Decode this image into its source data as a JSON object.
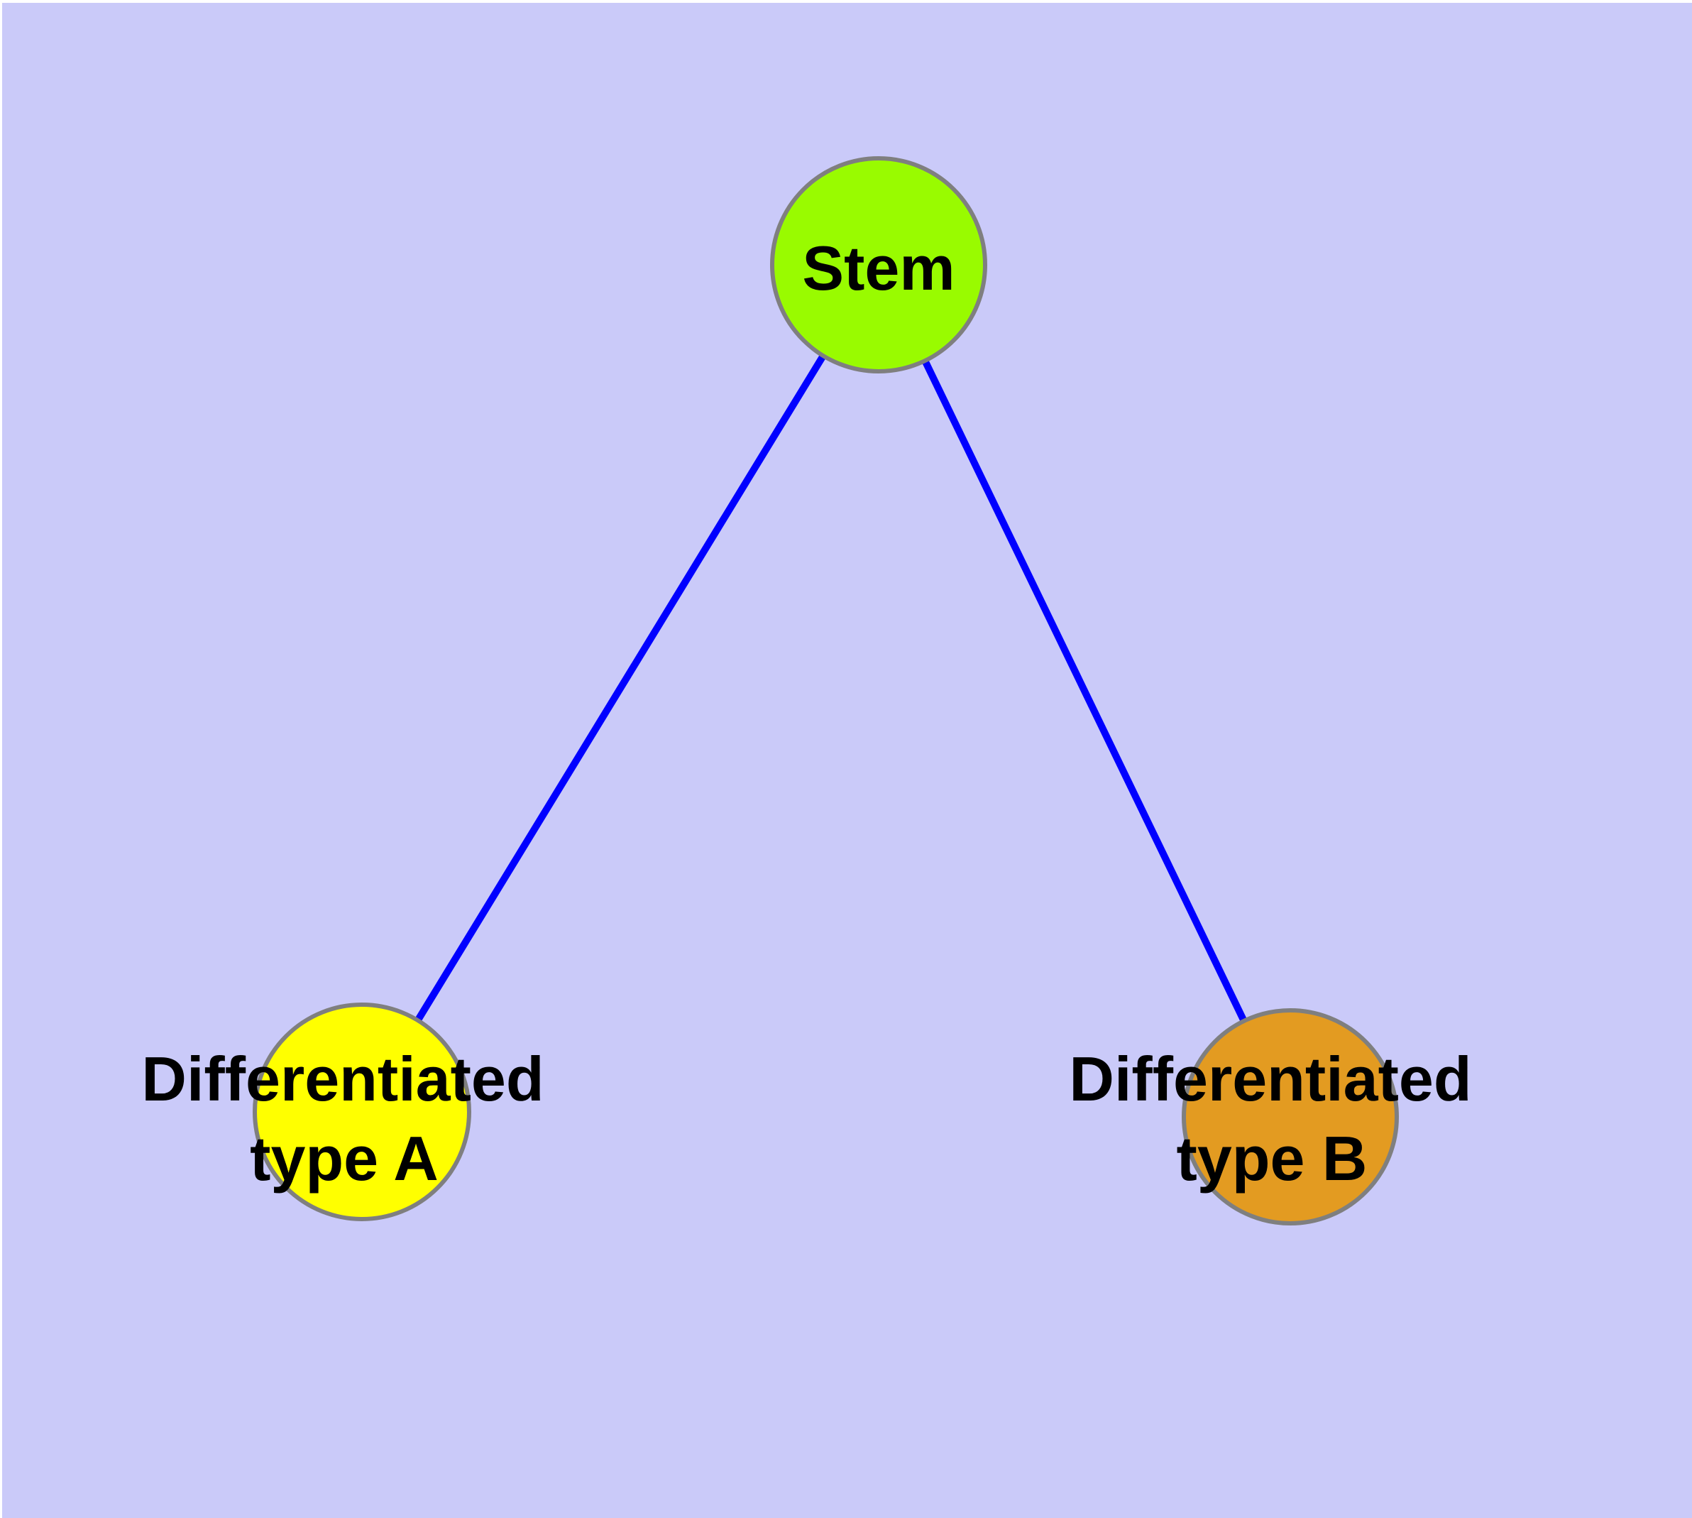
{
  "diagram": {
    "title": "",
    "background_color": "#CACAF9",
    "margin_color": "#FFFFFF",
    "text_color": "#000000",
    "node_stroke_color": "#7F7F7F",
    "edge_color": "#0000FF",
    "nodes": {
      "stem": {
        "label": "Stem",
        "fill": "#99FB00",
        "stroke": "#7F7F7F"
      },
      "type_a": {
        "label": "Differentiated type A",
        "label_line1": "Differentiated",
        "label_line2": "type A",
        "fill": "#FFFF00",
        "stroke": "#7F7F7F"
      },
      "type_b": {
        "label": "Differentiated type B",
        "label_line1": "Differentiated",
        "label_line2": "type B",
        "fill": "#E39B21",
        "stroke": "#7F7F7F"
      }
    },
    "edges": [
      {
        "from": "Stem",
        "to": "Differentiated type A",
        "color": "#0000FF"
      },
      {
        "from": "Stem",
        "to": "Differentiated type B",
        "color": "#0000FF"
      }
    ]
  }
}
